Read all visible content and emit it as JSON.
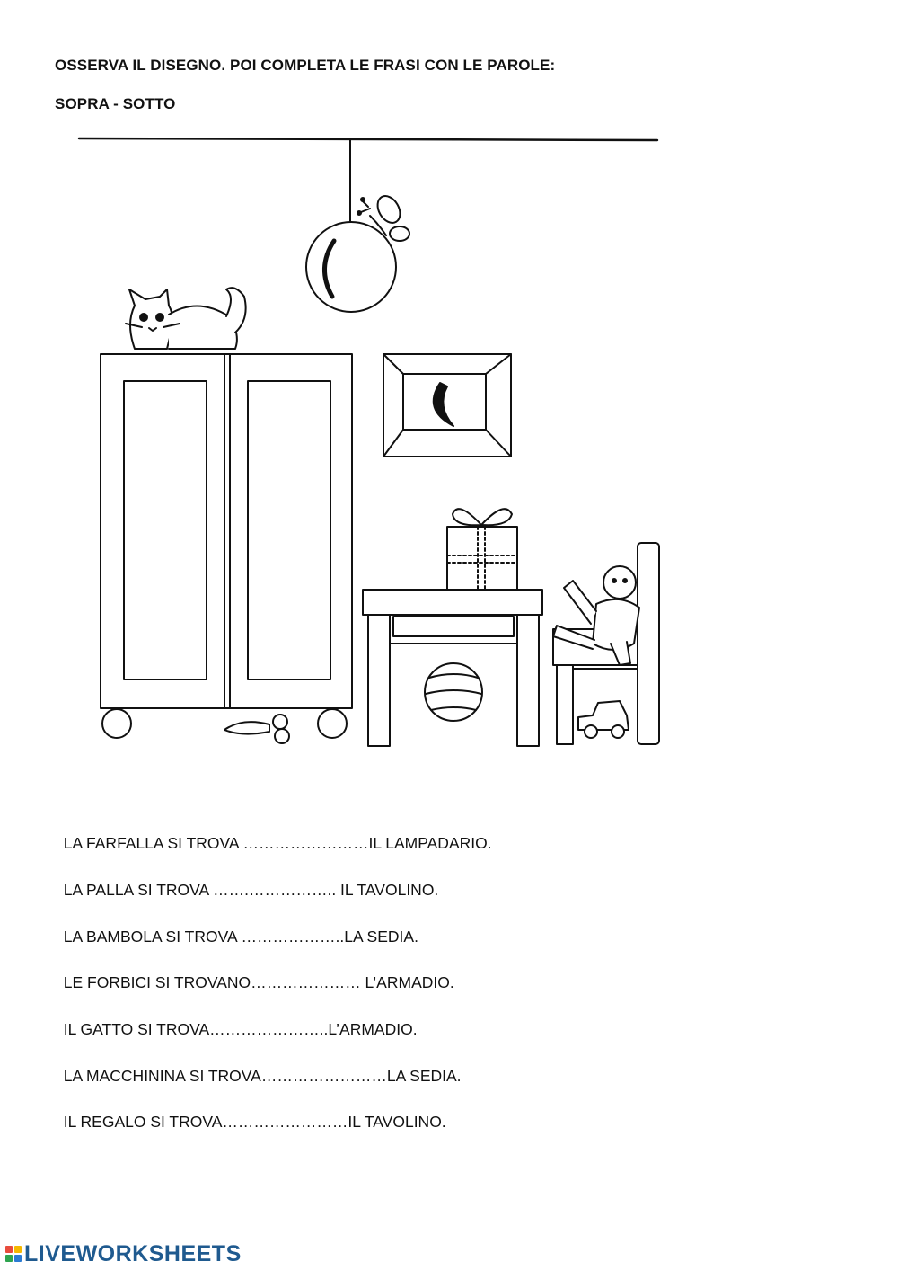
{
  "instructions": {
    "line1": "OSSERVA IL DISEGNO. POI COMPLETA LE FRASI CON LE PAROLE:",
    "line2": "SOPRA - SOTTO"
  },
  "sentences": [
    {
      "before": "LA FARFALLA SI TROVA ",
      "blank": "……………………",
      "after": "IL LAMPADARIO."
    },
    {
      "before": "LA PALLA SI TROVA ",
      "blank": "…….…………….. ",
      "after": "IL TAVOLINO."
    },
    {
      "before": "LA BAMBOLA SI TROVA ",
      "blank": "………………..",
      "after": "LA SEDIA."
    },
    {
      "before": "LE FORBICI SI TROVANO",
      "blank": "………………… ",
      "after": "L’ARMADIO."
    },
    {
      "before": "IL GATTO SI TROVA",
      "blank": "…………………..",
      "after": "L’ARMADIO."
    },
    {
      "before": "LA MACCHININA SI TROVA",
      "blank": "……………………",
      "after": "LA SEDIA."
    },
    {
      "before": "IL REGALO SI TROVA",
      "blank": "……………………",
      "after": "IL TAVOLINO."
    }
  ],
  "footer": {
    "brand": "LIVEWORKSHEETS",
    "brand_color": "#1f5a8f",
    "logo_colors": [
      "#e84c3d",
      "#f5b800",
      "#2ea44f",
      "#2b7bd3"
    ]
  }
}
